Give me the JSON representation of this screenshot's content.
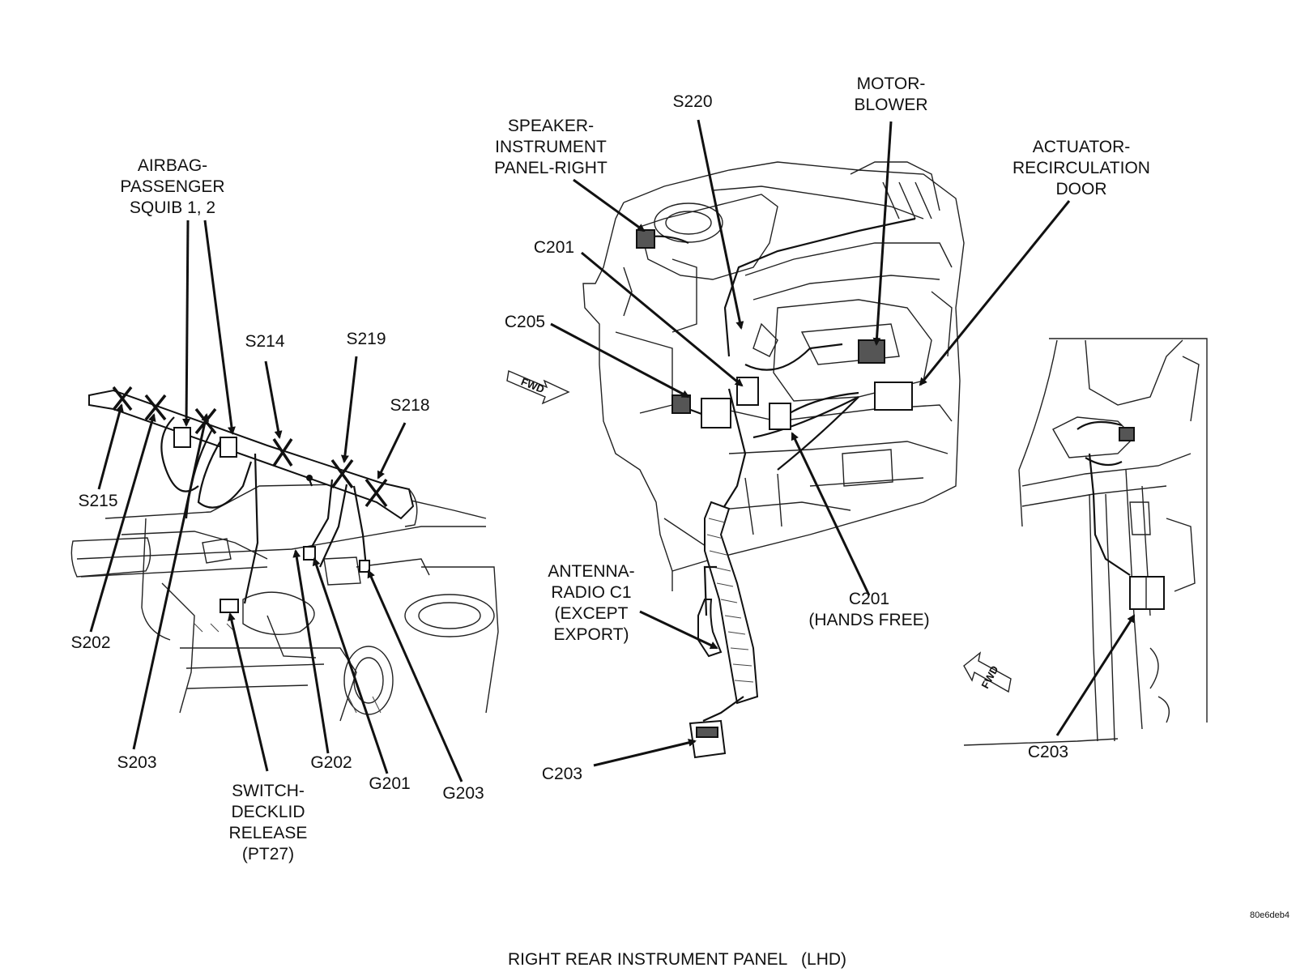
{
  "labels": {
    "airbag": [
      "AIRBAG-",
      "PASSENGER",
      "SQUIB 1, 2"
    ],
    "s214": "S214",
    "s219": "S219",
    "s218": "S218",
    "s215": "S215",
    "s202": "S202",
    "s203": "S203",
    "switch_decklid": [
      "SWITCH-",
      "DECKLID",
      "RELEASE",
      "(PT27)"
    ],
    "g202": "G202",
    "g201": "G201",
    "g203": "G203",
    "speaker": [
      "SPEAKER-",
      "INSTRUMENT",
      "PANEL-RIGHT"
    ],
    "s220": "S220",
    "motor_blower": [
      "MOTOR-",
      "BLOWER"
    ],
    "actuator": [
      "ACTUATOR-",
      "RECIRCULATION",
      "DOOR"
    ],
    "c201_top": "C201",
    "c205": "C205",
    "antenna": [
      "ANTENNA-",
      "RADIO C1",
      "(EXCEPT",
      "EXPORT)"
    ],
    "c201_hands_free": [
      "C201",
      "(HANDS FREE)"
    ],
    "c203_center": "C203",
    "c203_right": "C203",
    "fwd_center": "FWD",
    "fwd_right": "FWD"
  },
  "image_code": "80e6deb4",
  "caption": "RIGHT REAR INSTRUMENT PANEL   (LHD)"
}
